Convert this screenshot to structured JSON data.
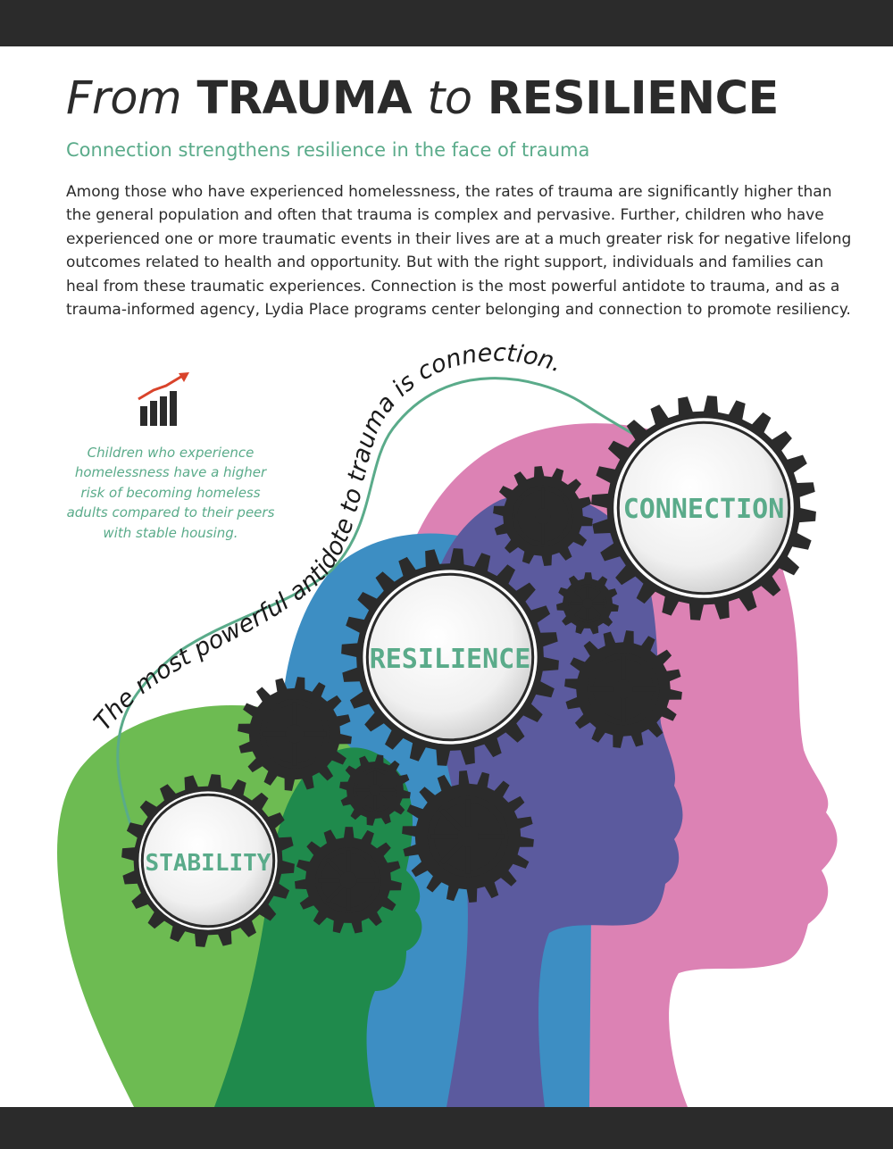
{
  "title": {
    "from": "From",
    "trauma": "TRAUMA",
    "to": "to",
    "resilience": "RESILIENCE"
  },
  "subtitle": "Connection strengthens resilience in the face of trauma",
  "body": "Among those who have experienced homelessness, the rates of trauma are significantly higher than the general population and often that trauma is complex and pervasive. Further, children who have experienced one or more traumatic events in their lives are at a much greater risk for negative lifelong outcomes related to health and opportunity. But with the right support, individuals and families can heal from these traumatic experiences. Connection is the most powerful antidote to trauma, and as a trauma-informed agency, Lydia Place programs center belonging and connection to promote resiliency.",
  "stat_note": "Children who experience homelessness have a higher risk of becoming homeless adults compared to their peers with stable housing.",
  "curve_text": "The most powerful antidote to trauma is connection.",
  "gears": {
    "connection": "CONNECTION",
    "resilience": "RESILIENCE",
    "stability": "STABILITY"
  },
  "icons": {
    "stat": "bar-chart-rising-arrow-icon"
  },
  "colors": {
    "dark": "#2b2b2b",
    "accent_green": "#5aab8a",
    "green_head": "#6dbb52",
    "dark_green_head": "#1f8a4c",
    "blue_head": "#3d8ec3",
    "purple_head": "#5b5a9e",
    "pink_head": "#dc82b4",
    "arrow_red": "#d9432b"
  }
}
